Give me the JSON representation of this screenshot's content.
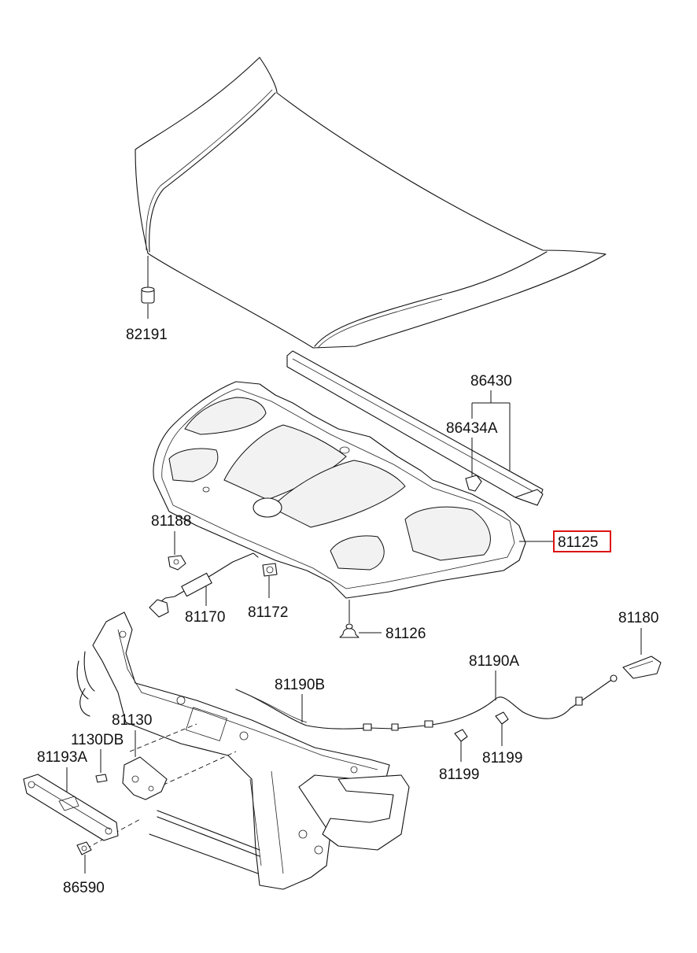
{
  "parts": {
    "p82191": "82191",
    "p86430": "86430",
    "p86434A": "86434A",
    "p81125": "81125",
    "p81188": "81188",
    "p81170": "81170",
    "p81172": "81172",
    "p81126": "81126",
    "p81180": "81180",
    "p81190A": "81190A",
    "p81190B": "81190B",
    "p81130": "81130",
    "p1130DB": "1130DB",
    "p81193A": "81193A",
    "p81199a": "81199",
    "p81199b": "81199",
    "p86590": "86590"
  },
  "highlight": {
    "part": "81125",
    "color": "#d11111"
  }
}
